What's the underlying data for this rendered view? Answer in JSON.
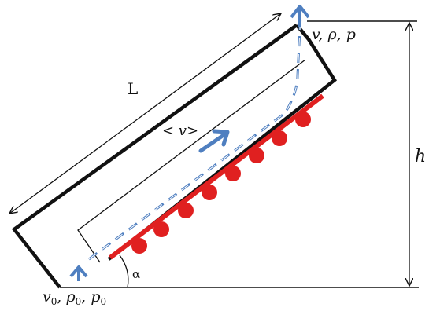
{
  "labels": {
    "length": "L",
    "mean_velocity": "< v>",
    "outlet": "v, ρ, p",
    "inlet_v": "v",
    "inlet_sub": "0",
    "inlet_rho": "ρ",
    "inlet_p": "p",
    "height": "h",
    "angle": "α"
  },
  "colors": {
    "outline": "#111111",
    "flow": "#4f7fc0",
    "heater": "#e02020",
    "background": "#ffffff"
  },
  "icons": {
    "outlet_arrow": "arrow-up-icon",
    "inlet_arrow": "arrow-up-icon",
    "flow_arrow": "arrow-right-icon"
  }
}
